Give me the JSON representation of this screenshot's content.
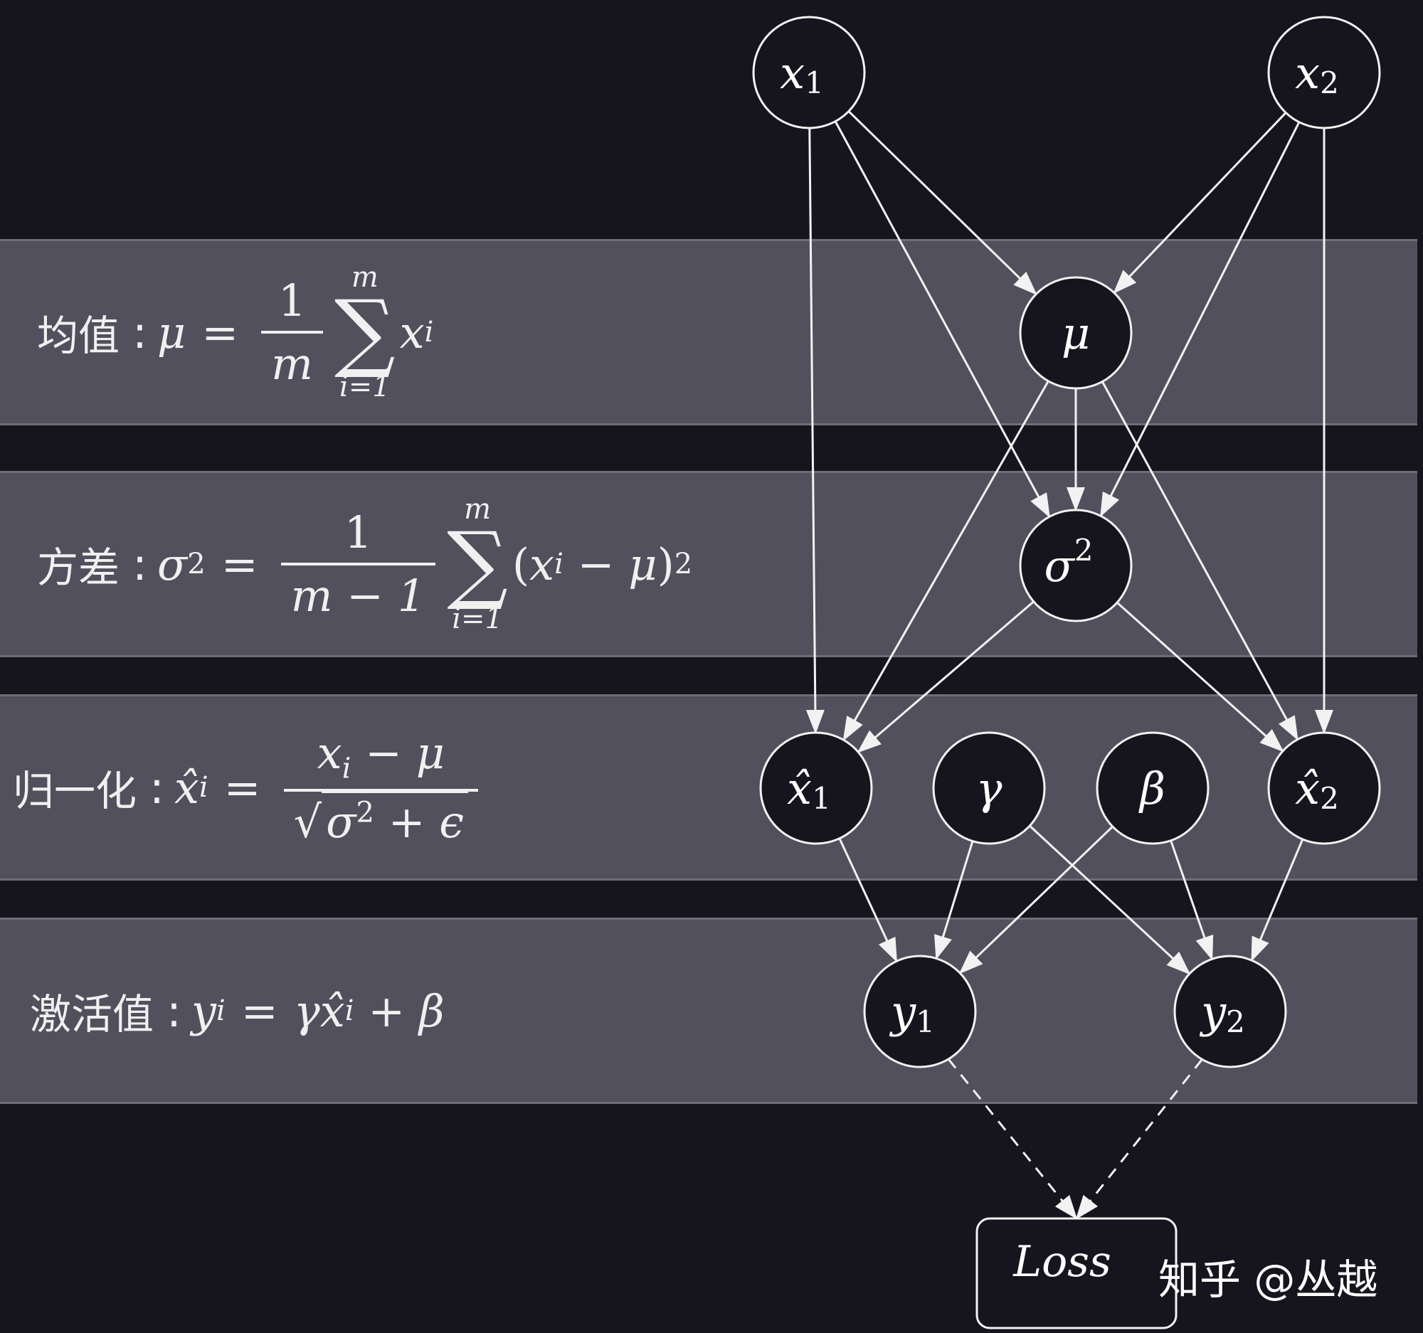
{
  "formulas": {
    "mean": {
      "label": "均值",
      "colon": ":",
      "var": "μ",
      "eq": "=",
      "num": "1",
      "den": "m",
      "sum_top": "m",
      "sum_bottom": "i=1",
      "sum_sym": "∑",
      "term": "x",
      "term_sub": "i"
    },
    "variance": {
      "label": "方差",
      "colon": ":",
      "var": "σ",
      "var_sup": "2",
      "eq": "=",
      "num": "1",
      "den": "m − 1",
      "sum_top": "m",
      "sum_bottom": "i=1",
      "sum_sym": "∑",
      "term_open": "(",
      "term_x": "x",
      "term_sub": "i",
      "term_minus": " − ",
      "term_mu": "μ",
      "term_close": ")",
      "term_sup": "2"
    },
    "normalize": {
      "label": "归一化",
      "colon": ":",
      "var": "x̂",
      "var_sub": "i",
      "eq": "=",
      "num_x": "x",
      "num_sub": "i",
      "num_rest": " − μ",
      "den_root": "√",
      "den_sigma": "σ",
      "den_sup": "2",
      "den_rest": " + ϵ"
    },
    "activation": {
      "label": "激活值",
      "colon": ":",
      "var": "y",
      "var_sub": "i",
      "eq": "=",
      "rhs_gamma": "γ",
      "rhs_x": "x̂",
      "rhs_sub": "i",
      "rhs_plus": " + ",
      "rhs_beta": "β"
    }
  },
  "nodes": {
    "x1": {
      "sym": "x",
      "sub": "1"
    },
    "x2": {
      "sym": "x",
      "sub": "2"
    },
    "mu": {
      "sym": "μ"
    },
    "sigma2": {
      "sym": "σ",
      "sup": "2"
    },
    "xhat1": {
      "sym": "x̂",
      "sub": "1"
    },
    "gamma": {
      "sym": "γ"
    },
    "beta": {
      "sym": "β"
    },
    "xhat2": {
      "sym": "x̂",
      "sub": "2"
    },
    "y1": {
      "sym": "y",
      "sub": "1"
    },
    "y2": {
      "sym": "y",
      "sub": "2"
    },
    "loss": {
      "label": "Loss"
    }
  },
  "edges": [
    {
      "from": "x1",
      "to": "mu",
      "style": "solid"
    },
    {
      "from": "x1",
      "to": "sigma2",
      "style": "solid"
    },
    {
      "from": "x1",
      "to": "xhat1",
      "style": "solid"
    },
    {
      "from": "x2",
      "to": "mu",
      "style": "solid"
    },
    {
      "from": "x2",
      "to": "sigma2",
      "style": "solid"
    },
    {
      "from": "x2",
      "to": "xhat2",
      "style": "solid"
    },
    {
      "from": "mu",
      "to": "sigma2",
      "style": "solid"
    },
    {
      "from": "mu",
      "to": "xhat1",
      "style": "solid"
    },
    {
      "from": "mu",
      "to": "xhat2",
      "style": "solid"
    },
    {
      "from": "sigma2",
      "to": "xhat1",
      "style": "solid"
    },
    {
      "from": "sigma2",
      "to": "xhat2",
      "style": "solid"
    },
    {
      "from": "xhat1",
      "to": "y1",
      "style": "solid"
    },
    {
      "from": "gamma",
      "to": "y1",
      "style": "solid"
    },
    {
      "from": "gamma",
      "to": "y2",
      "style": "solid"
    },
    {
      "from": "beta",
      "to": "y1",
      "style": "solid"
    },
    {
      "from": "beta",
      "to": "y2",
      "style": "solid"
    },
    {
      "from": "xhat2",
      "to": "y2",
      "style": "solid"
    },
    {
      "from": "y1",
      "to": "loss",
      "style": "dashed"
    },
    {
      "from": "y2",
      "to": "loss",
      "style": "dashed"
    }
  ],
  "watermark": "知乎 @丛越",
  "colors": {
    "background": "#16141c",
    "band": "#51505c",
    "node_fill": "#16141c",
    "stroke": "#f2f2f2"
  }
}
